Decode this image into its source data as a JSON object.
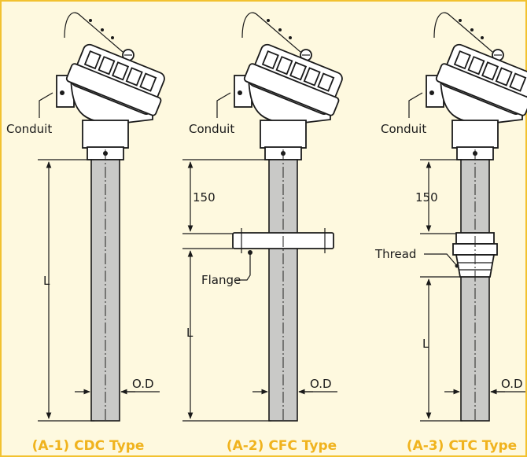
{
  "colors": {
    "background": "#fef9df",
    "border": "#f2c230",
    "caption": "#f0b31e",
    "tube": "#c9c9c7"
  },
  "panels": [
    {
      "caption": "(A-1) CDC Type",
      "conduit_label": "Conduit",
      "length_label": "L",
      "od_label": "O.D"
    },
    {
      "caption": "(A-2) CFC Type",
      "conduit_label": "Conduit",
      "length_label": "L",
      "od_label": "O.D",
      "offset_label": "150",
      "fitting_label": "Flange"
    },
    {
      "caption": "(A-3) CTC Type",
      "conduit_label": "Conduit",
      "length_label": "L",
      "od_label": "O.D",
      "offset_label": "150",
      "fitting_label": "Thread"
    }
  ]
}
